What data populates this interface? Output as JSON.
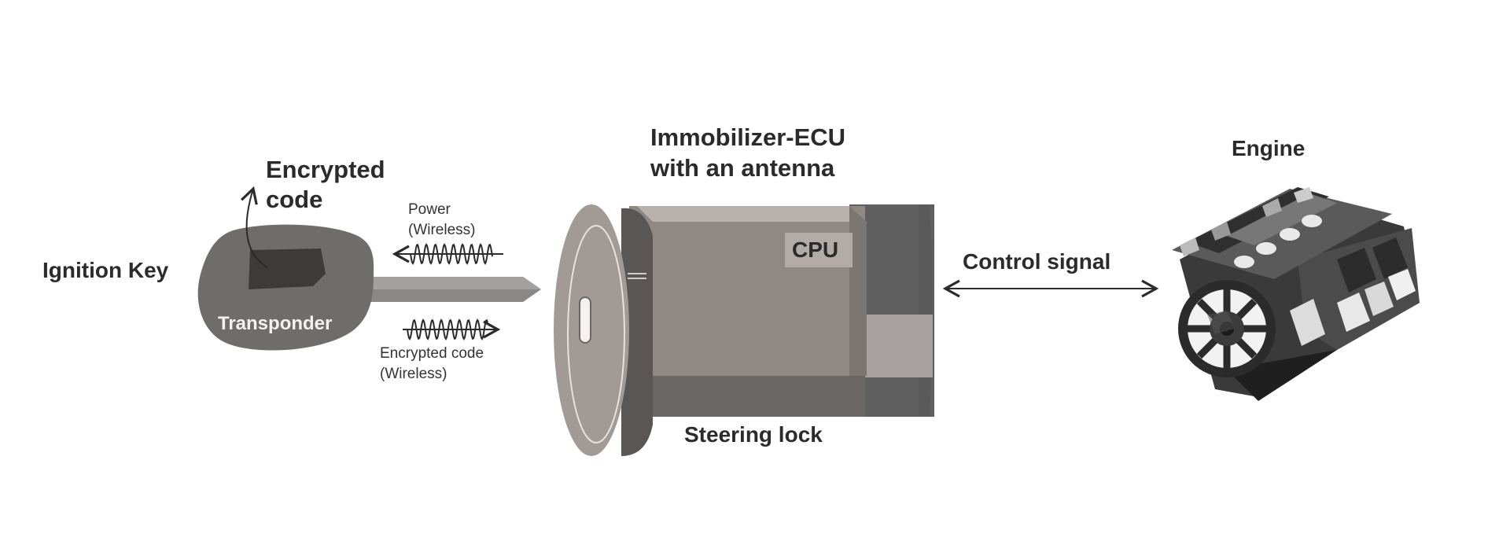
{
  "labels": {
    "encrypted_code_line1": "Encrypted",
    "encrypted_code_line2": "code",
    "ignition_key": "Ignition Key",
    "transponder": "Transponder",
    "power_line1": "Power",
    "power_line2": "(Wireless)",
    "encrypted_wireless_line1": "Encrypted code",
    "encrypted_wireless_line2": "(Wireless)",
    "ecu_line1": "Immobilizer-ECU",
    "ecu_line2": "with an antenna",
    "cpu": "CPU",
    "steering_lock": "Steering lock",
    "control_signal": "Control signal",
    "engine": "Engine"
  },
  "icons": {
    "key": "ignition-key-icon",
    "lock": "steering-lock-cylinder-icon",
    "engine": "engine-block-icon",
    "wave_in": "wireless-wave-left-icon",
    "wave_out": "wireless-wave-right-icon",
    "signal_arrow": "double-arrow-icon"
  },
  "colors": {
    "key_body": "#6f6d6b",
    "transponder_chip": "#3d3a39",
    "lock_face": "#a29a96",
    "lock_body": "#8f8884",
    "lock_dark": "#5f5f5f",
    "cpu_box": "#b3aba7",
    "engine_dark": "#3a3a3a",
    "text": "#2b2b2b"
  }
}
